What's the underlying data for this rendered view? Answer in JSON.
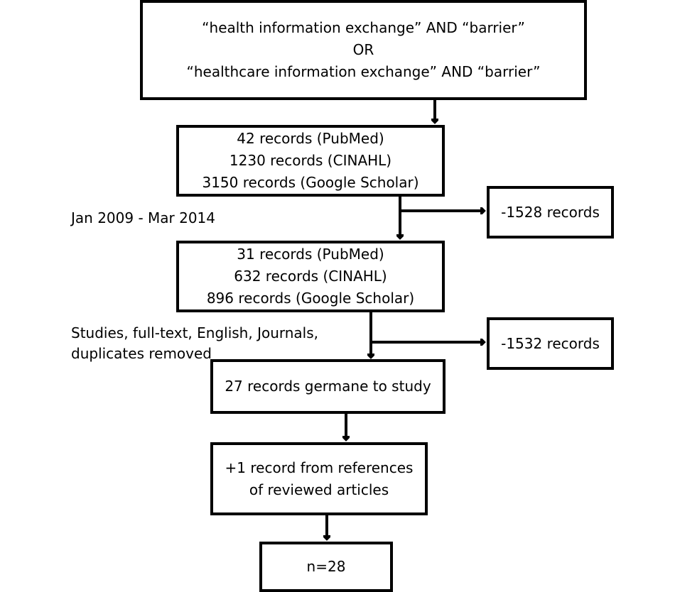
{
  "boxes": {
    "search_query": [
      "“health information exchange” AND “barrier”",
      "OR",
      "“healthcare information exchange” AND “barrier”"
    ],
    "initial_records": [
      "42 records (PubMed)",
      "1230 records (CINAHL)",
      "3150 records (Google Scholar)"
    ],
    "excluded_date": [
      "-1528 records"
    ],
    "date_filtered_records": [
      "31 records (PubMed)",
      "632 records (CINAHL)",
      "896 records (Google Scholar)"
    ],
    "excluded_criteria": [
      "-1532 records"
    ],
    "germane_records": [
      "27 records germane to study"
    ],
    "reference_records": [
      "+1 record from references",
      "of reviewed articles"
    ],
    "final_count": [
      "n=28"
    ]
  },
  "labels": {
    "date_filter": "Jan 2009 - Mar 2014",
    "criteria_filter": [
      "Studies, full-text, English, Journals,",
      "duplicates removed"
    ]
  }
}
